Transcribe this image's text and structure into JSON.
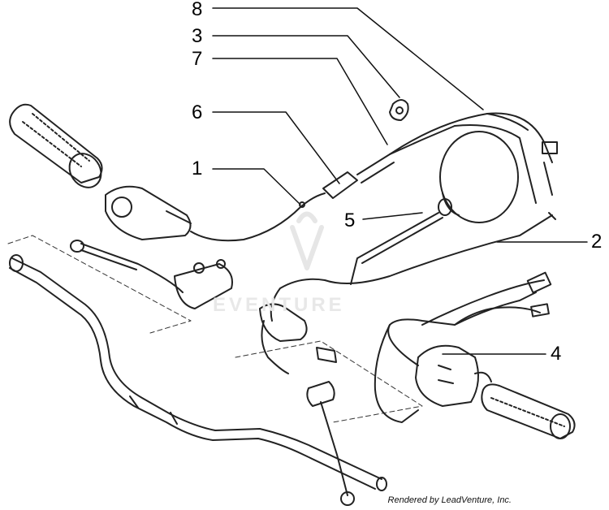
{
  "callouts": {
    "c1": "1",
    "c2": "2",
    "c3": "3",
    "c4": "4",
    "c5": "5",
    "c6": "6",
    "c7": "7",
    "c8": "8"
  },
  "watermark": "EVENTURE",
  "credit": "Rendered by LeadVenture, Inc."
}
